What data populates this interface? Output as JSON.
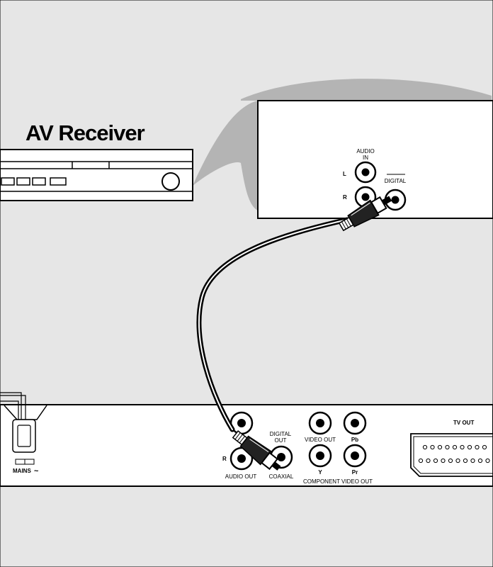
{
  "title": "AV Receiver",
  "receiver_panel": {
    "audio_in": [
      "AUDIO",
      "IN"
    ],
    "left": "L",
    "right": "R",
    "digital": "DIGITAL"
  },
  "player_panel": {
    "right": "R",
    "audio_out": "AUDIO OUT",
    "digital_out": [
      "DIGITAL",
      "OUT"
    ],
    "coaxial": "COAXIAL",
    "video_out": "VIDEO OUT",
    "pb": "Pb",
    "y": "Y",
    "pr": "Pr",
    "component_video_out": "COMPONENT VIDEO OUT",
    "tv_out": "TV OUT",
    "mains": "MAINS",
    "mains_symbol": "~"
  },
  "colors": {
    "background": "#e6e6e6",
    "zoom_wedge": "#b4b4b4",
    "panel": "#ffffff",
    "outline": "#000000"
  }
}
